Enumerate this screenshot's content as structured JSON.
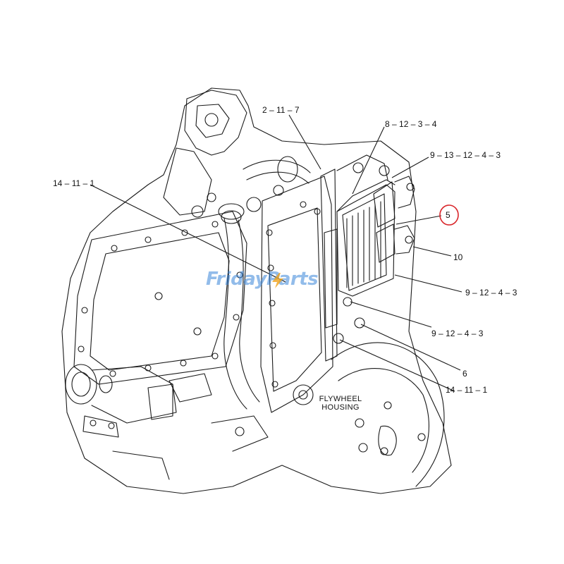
{
  "diagram": {
    "callouts": [
      {
        "id": "c1",
        "text": "2 – 11 – 7"
      },
      {
        "id": "c2",
        "text": "8 – 12 – 3 – 4"
      },
      {
        "id": "c3",
        "text": "9 – 13 – 12 – 4 – 3"
      },
      {
        "id": "c4",
        "text": "14 – 11 – 1"
      },
      {
        "id": "c5",
        "text": "5"
      },
      {
        "id": "c6",
        "text": "10"
      },
      {
        "id": "c7",
        "text": "9 – 12 – 4 – 3"
      },
      {
        "id": "c8",
        "text": "9 – 12 – 4 – 3"
      },
      {
        "id": "c9",
        "text": "6"
      },
      {
        "id": "c10",
        "text": "14 – 11 – 1"
      }
    ],
    "housing_label": {
      "line1": "FLYWHEEL",
      "line2": "HOUSING"
    },
    "watermark": {
      "part1": "Friday",
      "part2": "Parts"
    },
    "colors": {
      "line": "#1a1a1a",
      "highlight_circle": "#d9262b",
      "watermark_blue": "#3a86d9",
      "watermark_orange": "#f0a21a"
    }
  }
}
